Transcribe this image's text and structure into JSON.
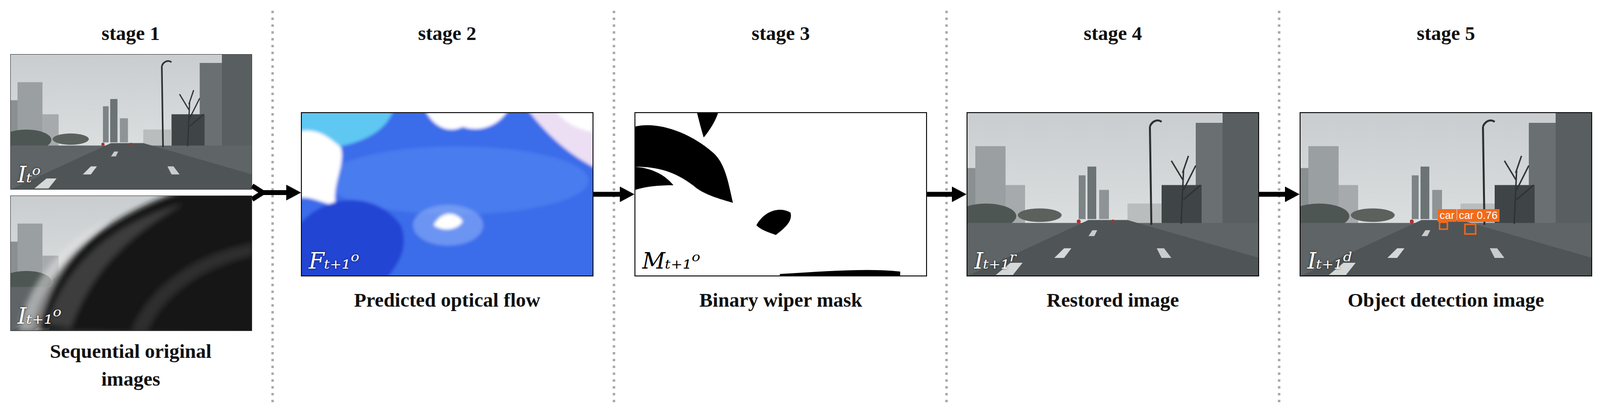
{
  "diagram": {
    "nodes": [
      {
        "text": [
          "Iₜᵒ"
        ]
      },
      {
        "text": [
          "Iₜ₊₁ᵒ"
        ]
      },
      {
        "text": [
          "Fₜ₊₁ᵒ",
          "Predicted optical flow"
        ]
      },
      {
        "text": [
          "Mₜ₊₁ᵒ",
          "Binary wiper mask"
        ]
      },
      {
        "text": [
          "Iₜ₊₁ʳ",
          "Restored image"
        ]
      },
      {
        "text": [
          "Iₜ₊₁ᵈ",
          "Object detection image"
        ]
      }
    ],
    "edges": [
      {
        "from": 0,
        "to": 2,
        "arrow": "to"
      },
      {
        "from": 1,
        "to": 2,
        "arrow": "to"
      },
      {
        "from": 2,
        "to": 3,
        "arrow": "to"
      },
      {
        "from": 3,
        "to": 4,
        "arrow": "to"
      },
      {
        "from": 4,
        "to": 5,
        "arrow": "to"
      }
    ],
    "labels": [
      "stage 1",
      "stage 2",
      "stage 3",
      "stage 4",
      "stage 5",
      "Sequential original images",
      "car",
      "car 0.76"
    ]
  }
}
